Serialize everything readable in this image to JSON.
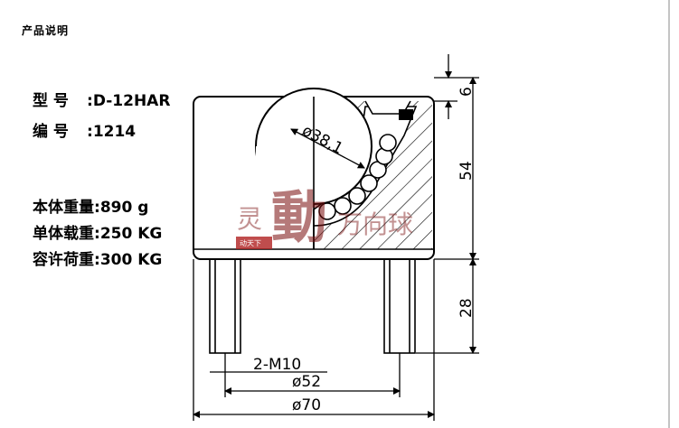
{
  "header": {
    "title": "产品说明"
  },
  "specs": [
    {
      "label": "型   号",
      "sep": ":",
      "value": "D-12HAR"
    },
    {
      "label": "编   号",
      "sep": ":",
      "value": "1214"
    },
    {
      "label": "本体重量",
      "sep": ":",
      "value": "890 g"
    },
    {
      "label": "单体载重",
      "sep": ":",
      "value": "250 KG"
    },
    {
      "label": "容许荷重",
      "sep": ":",
      "value": "300 KG"
    }
  ],
  "dimensions": {
    "ball_dia": "ø38,1",
    "top_gap": "6",
    "height": "54",
    "stud_length": "28",
    "thread": "2-M10",
    "bolt_spacing": "ø52",
    "body_dia": "ø70"
  },
  "watermark": {
    "left_char": "灵",
    "main_char": "動",
    "right_text": "万向球",
    "seal_text": "动天下"
  }
}
